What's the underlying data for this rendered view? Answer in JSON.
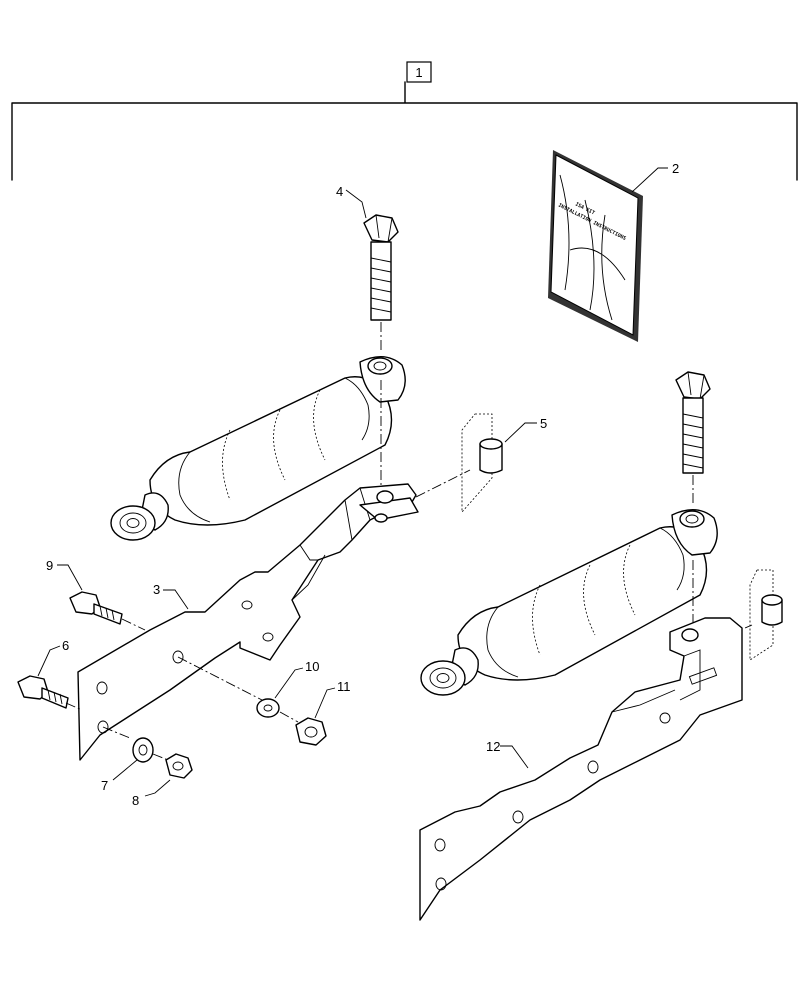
{
  "kit_label": "1",
  "callouts": {
    "c2": "2",
    "c3": "3",
    "c4": "4",
    "c5": "5",
    "c6": "6",
    "c7": "7",
    "c8": "8",
    "c9": "9",
    "c10": "10",
    "c11": "11",
    "c12": "12"
  },
  "booklet": {
    "line1": "ISA KIT",
    "line2": "INSTALLATION INSTRUCTIONS"
  }
}
